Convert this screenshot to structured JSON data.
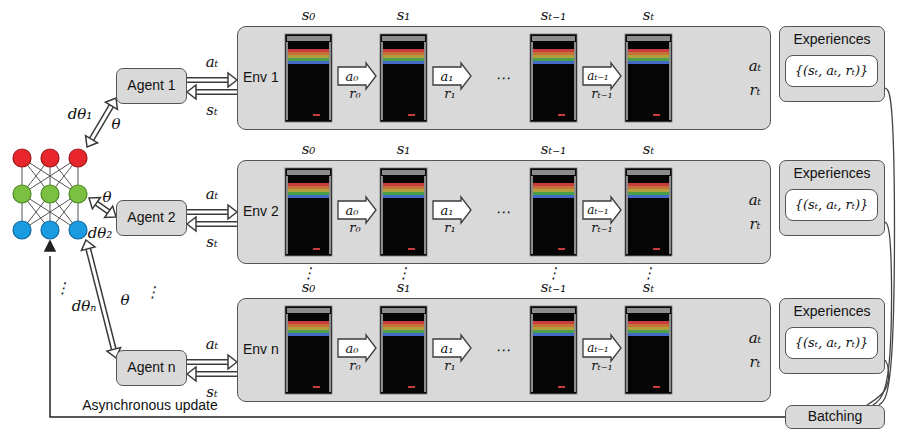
{
  "diagram": {
    "nodes": [
      {
        "text": [
          "Agent 1"
        ]
      },
      {
        "text": [
          "Env 1"
        ]
      },
      {
        "text": [
          "Agent 2"
        ]
      },
      {
        "text": [
          "Env 2"
        ]
      },
      {
        "text": [
          "Agent n"
        ]
      },
      {
        "text": [
          "Env n"
        ]
      },
      {
        "text": [
          "Experiences"
        ]
      },
      {
        "text": [
          "{(sₜ, aₜ, rₜ)}"
        ],
        "in": 6
      },
      {
        "text": [
          "Experiences"
        ]
      },
      {
        "text": [
          "{(sₜ, aₜ, rₜ)}"
        ],
        "in": 8
      },
      {
        "text": [
          "Experiences"
        ]
      },
      {
        "text": [
          "{(sₜ, aₜ, rₜ)}"
        ],
        "in": 10
      },
      {
        "text": [
          "Batching"
        ]
      }
    ],
    "edges": [
      {
        "from": 0,
        "to": 1,
        "label": "aₜ",
        "arrow": "to"
      },
      {
        "from": 1,
        "to": 0,
        "label": "sₜ",
        "arrow": "to"
      },
      {
        "from": 2,
        "to": 3,
        "label": "aₜ",
        "arrow": "to"
      },
      {
        "from": 3,
        "to": 2,
        "label": "sₜ",
        "arrow": "to"
      },
      {
        "from": 4,
        "to": 5,
        "label": "aₜ",
        "arrow": "to"
      },
      {
        "from": 5,
        "to": 4,
        "label": "sₜ",
        "arrow": "to"
      },
      {
        "from": 6,
        "to": 12,
        "arrow": "none"
      },
      {
        "from": 8,
        "to": 12,
        "arrow": "none"
      },
      {
        "from": 10,
        "to": 12,
        "arrow": "none"
      }
    ],
    "labels": [
      "s₀",
      "s₁",
      "sₜ₋₁",
      "sₜ",
      "a₀",
      "r₀",
      "a₁",
      "r₁",
      "⋯",
      "aₜ₋₁",
      "rₜ₋₁",
      "aₜ",
      "rₜ",
      "s₀",
      "s₁",
      "sₜ₋₁",
      "sₜ",
      "a₀",
      "r₀",
      "a₁",
      "r₁",
      "⋯",
      "aₜ₋₁",
      "rₜ₋₁",
      "aₜ",
      "rₜ",
      "s₀",
      "s₁",
      "sₜ₋₁",
      "sₜ",
      "a₀",
      "r₀",
      "a₁",
      "r₁",
      "⋯",
      "aₜ₋₁",
      "rₜ₋₁",
      "aₜ",
      "rₜ",
      "⋮",
      "⋮",
      "⋮",
      "⋮",
      "⋮",
      "⋮",
      "θ",
      "dθ₁",
      "θ",
      "dθ₂",
      "θ",
      "dθₙ",
      "Asynchronous update"
    ]
  }
}
